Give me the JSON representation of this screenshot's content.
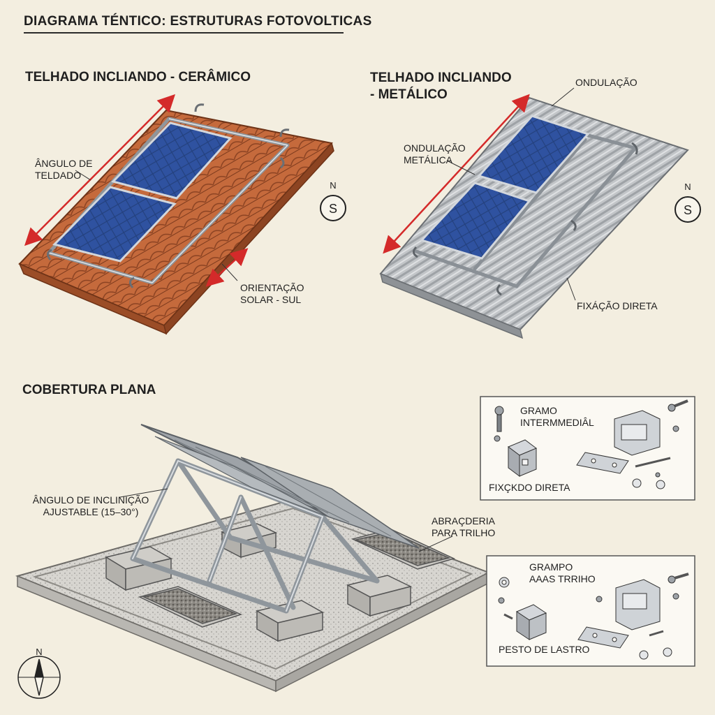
{
  "title": "DIAGRAMA TÉNTICO: ESTRUTURAS FOTOVOLTICAS",
  "sections": {
    "ceramic": {
      "title": "TELHADO INCLIANDO - CERÂMICO",
      "angle_label": "ÂNGULO DE TELDADO",
      "orientation_label": "ORIENTAÇÃO SOLAR - SUL"
    },
    "metal": {
      "title": "TELHADO INCLIANDO - METÁLICO",
      "ondulacao_label": "ONDULAÇÃO",
      "ondulacao_metalica_label": "ONDULAÇÃO METÁLICA",
      "fixacao_label": "FIXÁÇÃO DIRETA"
    },
    "flat": {
      "title": "COBERTURA PLANA",
      "angle_label": "ÂNGULO DE INCLINIÇÃO AJUSTABLE (15–30°)",
      "bracket_label": "ABRAÇDERIA PARA TRILHO"
    }
  },
  "detail_boxes": [
    {
      "title": "GRAMO INTERMMEDIÂL",
      "caption": "FIXÇKDO DIRETA"
    },
    {
      "title": "GRAMPO AAAS TRRIHO",
      "caption": "PESTO DE LASTRO"
    }
  ],
  "compass": {
    "north": "N",
    "south": "S"
  },
  "colors": {
    "background": "#f3eee0",
    "tile": "#c2673a",
    "metal_sheet": "#b9bcbf",
    "panel": "#243b73",
    "arrow": "#d42a2a"
  }
}
